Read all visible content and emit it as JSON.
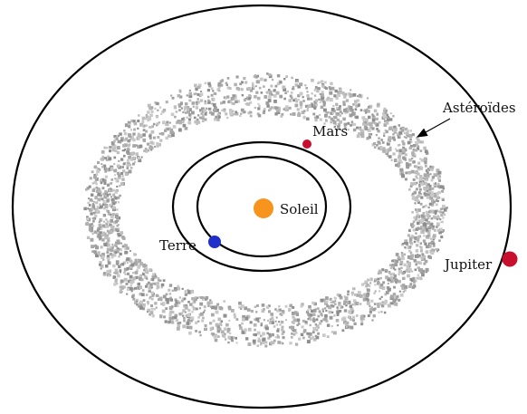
{
  "labels": {
    "sun": "Soleil",
    "earth": "Terre",
    "mars": "Mars",
    "jupiter": "Jupiter",
    "asteroids": "Astéroïdes"
  },
  "colors": {
    "sun": "#f7941d",
    "earth": "#1f2fc8",
    "mars": "#c8102e",
    "jupiter": "#c8102e",
    "orbit": "#000000",
    "asteroids": "#a9a9a9"
  },
  "bodies": [
    "sun",
    "earth",
    "mars",
    "jupiter"
  ],
  "orbits": [
    "earth-orbit",
    "mars-orbit",
    "jupiter-orbit"
  ],
  "asteroid_belt": "asteroid-belt"
}
